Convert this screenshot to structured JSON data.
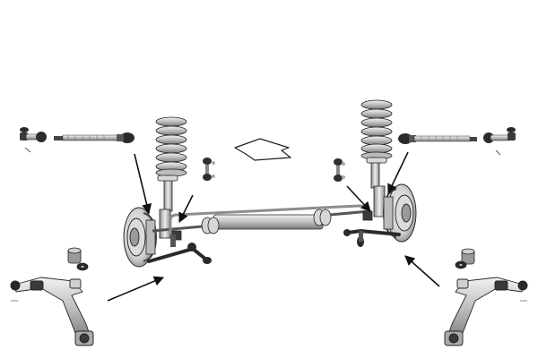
{
  "diagram": {
    "background": "#ffffff",
    "palette": {
      "outline": "#222222",
      "metal_light": "#e4e4e4",
      "metal_mid": "#a8a8a8",
      "metal_dark": "#3a3a3a",
      "arrow": "#111111"
    },
    "parts": [
      {
        "id": "tie-rod-end-left",
        "icon": "tie-rod-end"
      },
      {
        "id": "tie-rod-left",
        "icon": "tie-rod"
      },
      {
        "id": "coil-spring-left",
        "icon": "coil-spring"
      },
      {
        "id": "shock-absorber-left",
        "icon": "strut"
      },
      {
        "id": "stabilizer-link-left",
        "icon": "stabilizer-link"
      },
      {
        "id": "direction-arrow",
        "icon": "outline-arrow"
      },
      {
        "id": "stabilizer-link-right",
        "icon": "stabilizer-link"
      },
      {
        "id": "coil-spring-right",
        "icon": "coil-spring"
      },
      {
        "id": "shock-absorber-right",
        "icon": "strut"
      },
      {
        "id": "tie-rod-right",
        "icon": "tie-rod"
      },
      {
        "id": "tie-rod-end-right",
        "icon": "tie-rod-end"
      },
      {
        "id": "brake-disc-left",
        "icon": "brake-disc"
      },
      {
        "id": "brake-disc-right",
        "icon": "brake-disc"
      },
      {
        "id": "steering-rack",
        "icon": "steering-rack"
      },
      {
        "id": "lower-link-left",
        "icon": "lower-link"
      },
      {
        "id": "lower-link-right",
        "icon": "lower-link"
      },
      {
        "id": "bushing-left",
        "icon": "bushing"
      },
      {
        "id": "bushing-right",
        "icon": "bushing"
      },
      {
        "id": "control-arm-left",
        "icon": "control-arm"
      },
      {
        "id": "control-arm-right",
        "icon": "control-arm"
      }
    ],
    "arrows": [
      {
        "id": "arrow-to-left-knuckle"
      },
      {
        "id": "arrow-to-left-link"
      },
      {
        "id": "arrow-to-right-knuckle"
      },
      {
        "id": "arrow-to-right-link"
      },
      {
        "id": "arrow-to-left-lower-arm"
      },
      {
        "id": "arrow-to-right-lower-arm"
      }
    ]
  }
}
